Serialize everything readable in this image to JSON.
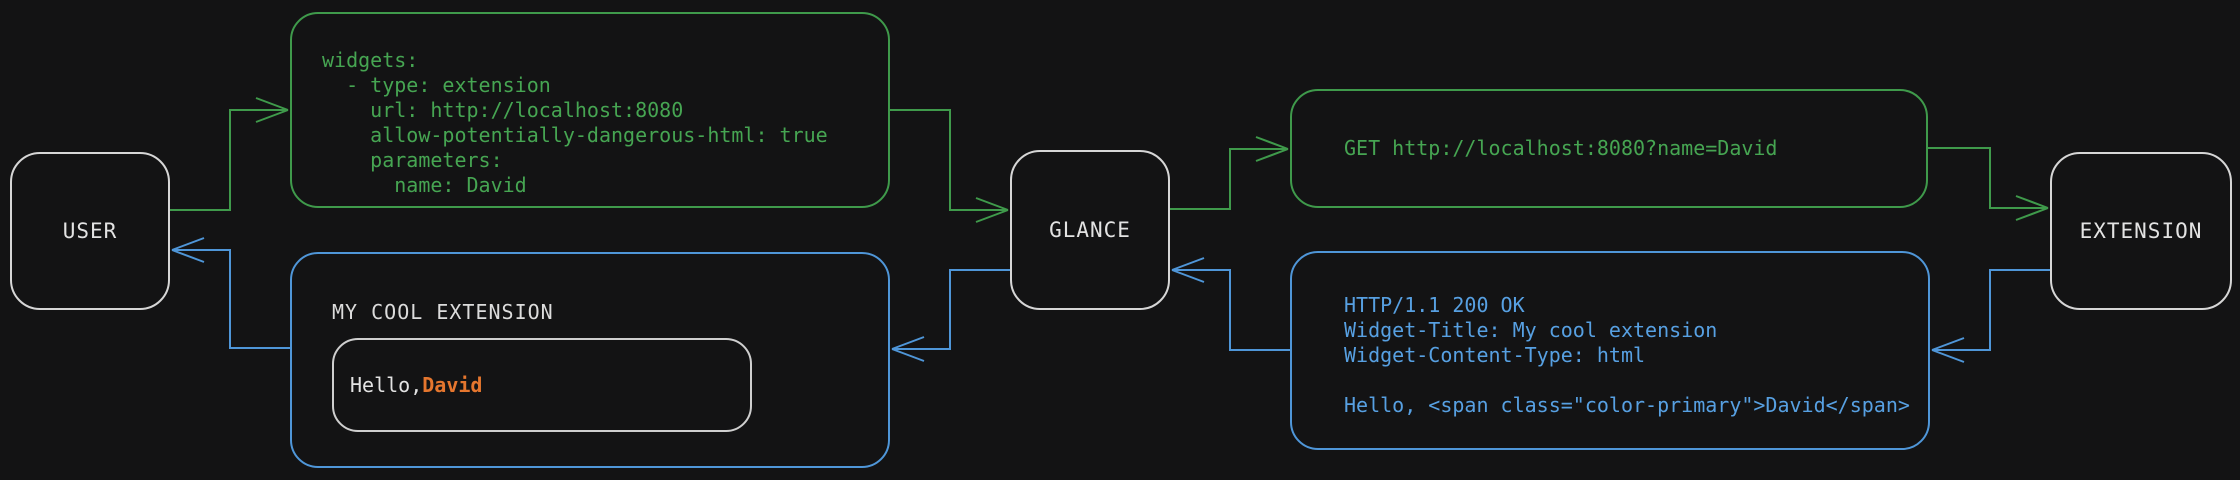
{
  "colors": {
    "background": "#131314",
    "green": "#3f9a4b",
    "blue": "#4f96d8",
    "orange": "#e5762e",
    "node_border": "#d6d6d6"
  },
  "nodes": {
    "user": {
      "label": "USER"
    },
    "glance": {
      "label": "GLANCE"
    },
    "extension": {
      "label": "EXTENSION"
    }
  },
  "config_box": {
    "lines": [
      "widgets:",
      "  - type: extension",
      "    url: http://localhost:8080",
      "    allow-potentially-dangerous-html: true",
      "    parameters:",
      "      name: David"
    ]
  },
  "request_box": {
    "text": "GET http://localhost:8080?name=David"
  },
  "response_box": {
    "lines": [
      "HTTP/1.1 200 OK",
      "Widget-Title: My cool extension",
      "Widget-Content-Type: html",
      "",
      "Hello, <span class=\"color-primary\">David</span>"
    ]
  },
  "widget_box": {
    "title": "MY COOL EXTENSION",
    "greeting_prefix": "Hello, ",
    "greeting_name": "David"
  }
}
